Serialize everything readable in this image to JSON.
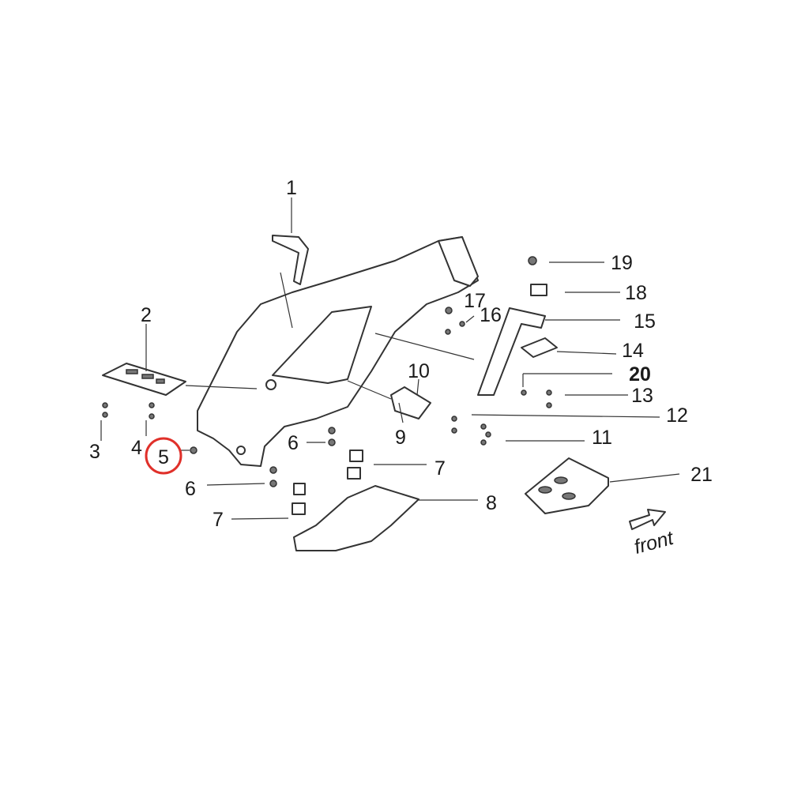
{
  "diagram": {
    "type": "exploded-parts-diagram",
    "highlight_color": "#e0302a",
    "highlighted_part": "5",
    "direction_label": "front",
    "callouts": [
      {
        "id": "c1",
        "label": "1"
      },
      {
        "id": "c2",
        "label": "2"
      },
      {
        "id": "c3",
        "label": "3"
      },
      {
        "id": "c4",
        "label": "4"
      },
      {
        "id": "c5",
        "label": "5"
      },
      {
        "id": "c6a",
        "label": "6"
      },
      {
        "id": "c6b",
        "label": "6"
      },
      {
        "id": "c7a",
        "label": "7"
      },
      {
        "id": "c7b",
        "label": "7"
      },
      {
        "id": "c8",
        "label": "8"
      },
      {
        "id": "c9",
        "label": "9"
      },
      {
        "id": "c10",
        "label": "10"
      },
      {
        "id": "c11",
        "label": "11"
      },
      {
        "id": "c12",
        "label": "12"
      },
      {
        "id": "c13",
        "label": "13"
      },
      {
        "id": "c14",
        "label": "14"
      },
      {
        "id": "c15",
        "label": "15"
      },
      {
        "id": "c16",
        "label": "16"
      },
      {
        "id": "c17",
        "label": "17"
      },
      {
        "id": "c18",
        "label": "18"
      },
      {
        "id": "c19",
        "label": "19"
      },
      {
        "id": "c20",
        "label": "20"
      },
      {
        "id": "c21",
        "label": "21"
      }
    ]
  }
}
